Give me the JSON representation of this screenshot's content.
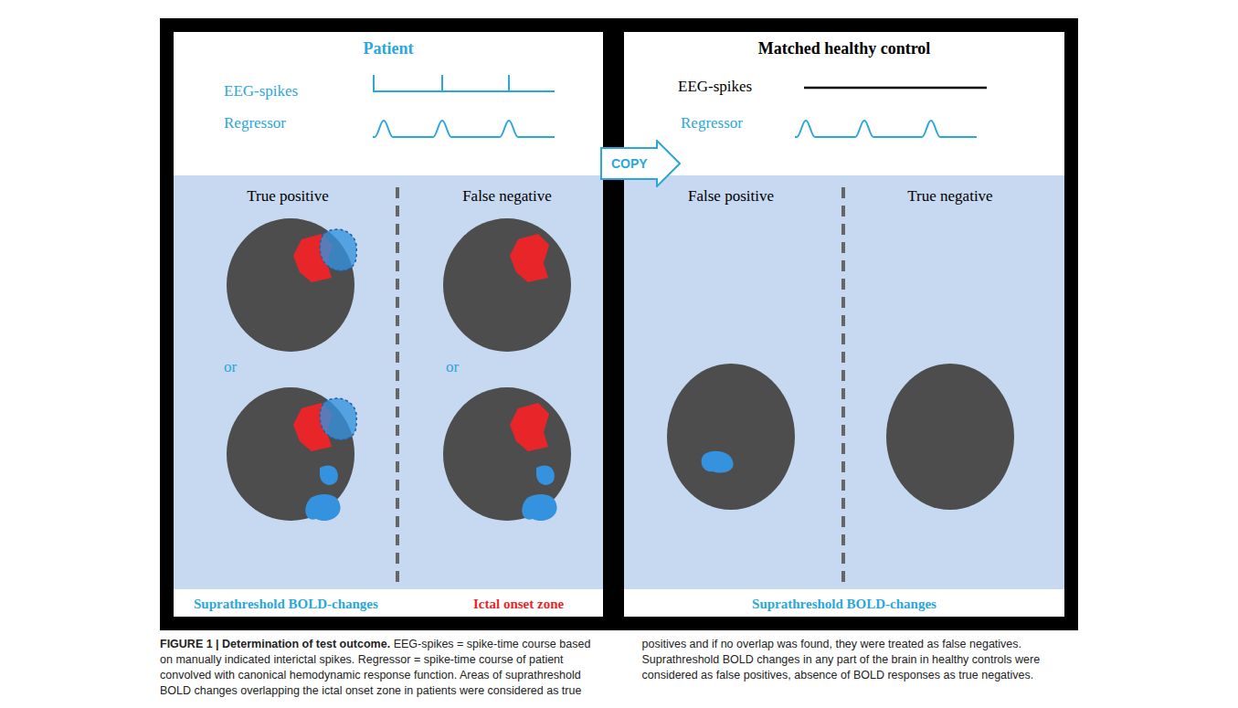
{
  "diagram": {
    "title": "FIGURE 1 | Determination of test outcome.",
    "caption": "EEG-spikes = spike-time course based on manually indicated interictal spikes. Regressor = spike-time course of patient convolved with canonical hemodynamic response function. Areas of suprathreshold BOLD changes overlapping the ictal onset zone in patients were considered as true positives and if no overlap was found, they were treated as false negatives. Suprathreshold BOLD changes in any part of the brain in healthy controls were considered as false positives, absence of BOLD responses as true negatives.",
    "nodes": [
      {
        "text": [
          "Patient"
        ]
      },
      {
        "text": [
          "Matched healthy control"
        ]
      },
      {
        "text": [
          "COPY"
        ]
      }
    ],
    "labels": [
      "EEG-spikes",
      "Regressor",
      "True positive",
      "False negative",
      "or",
      "or",
      "Suprathreshold BOLD-changes",
      "Ictal onset zone",
      "EEG-spikes",
      "Regressor",
      "False positive",
      "True negative",
      "Suprathreshold BOLD-changes"
    ]
  }
}
